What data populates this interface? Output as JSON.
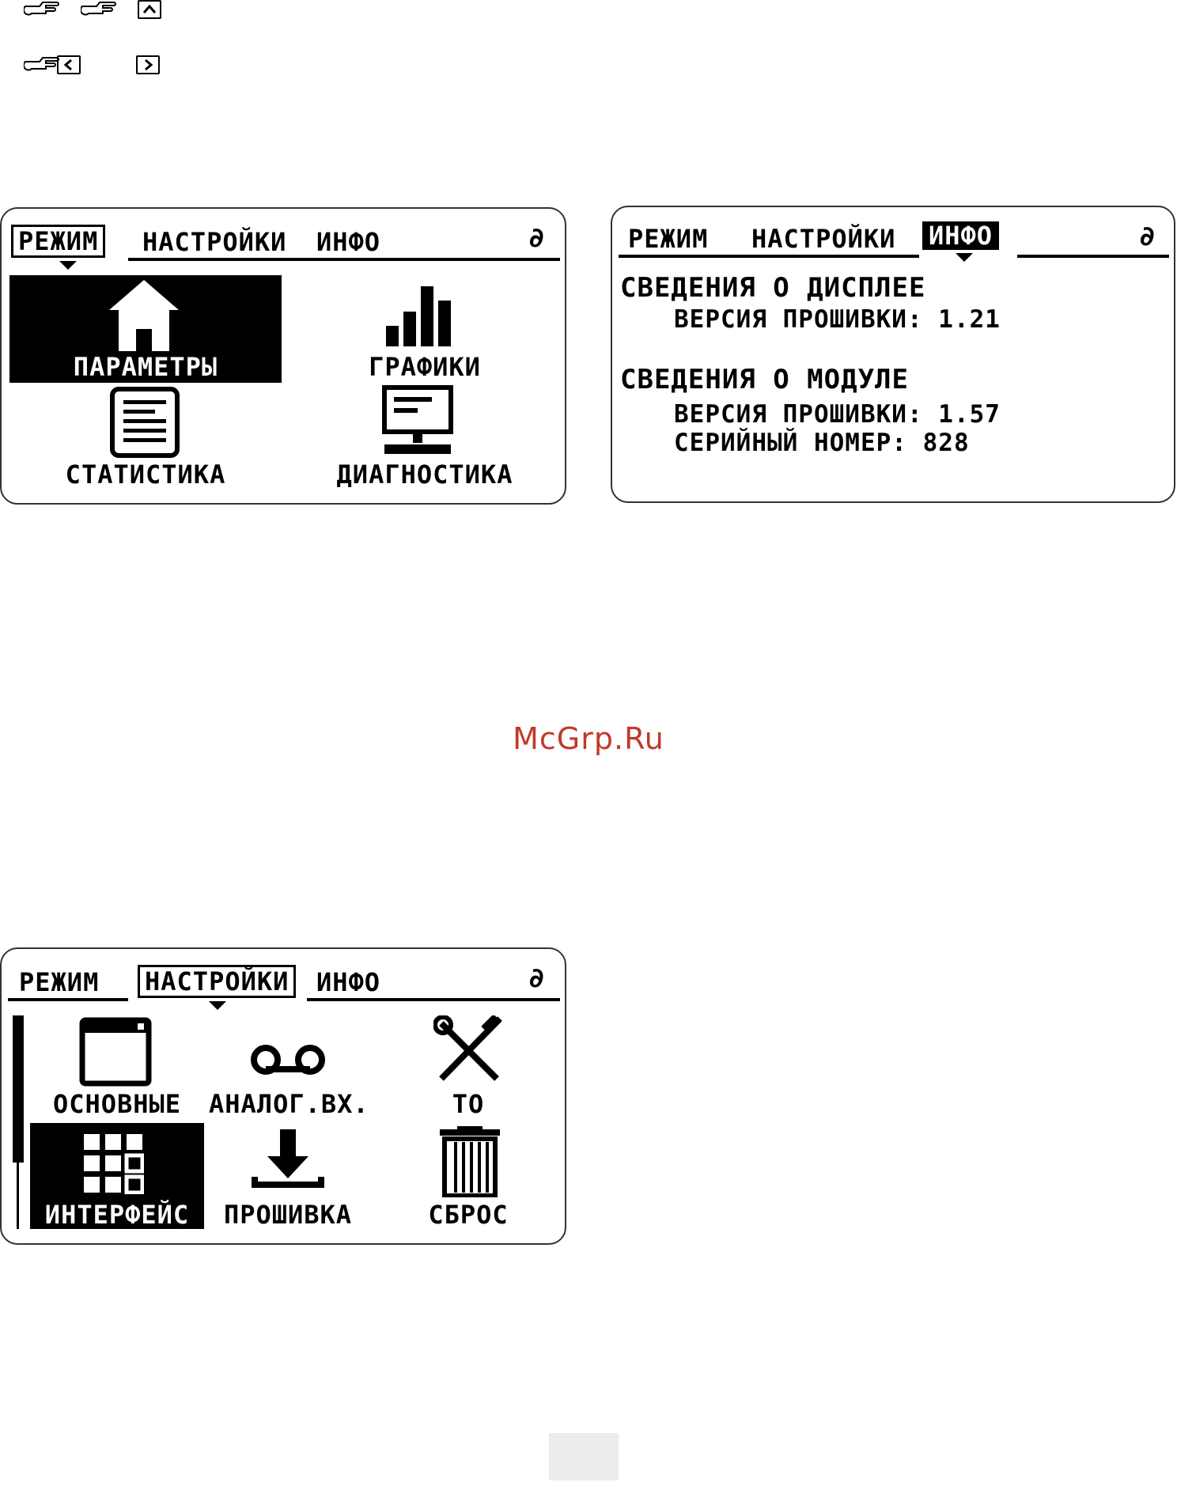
{
  "hints": {
    "row1_keys": [
      "hand-icon",
      "hand-icon",
      "arrow-up-key"
    ],
    "row2_keys": [
      "hand-icon",
      "arrow-left-key",
      "arrow-right-key"
    ]
  },
  "screen_mode": {
    "tabs": [
      "РЕЖИМ",
      "НАСТРОЙКИ",
      "ИНФО"
    ],
    "selected_tab": "РЕЖИМ",
    "link_icon": "∂",
    "tiles": [
      {
        "label": "ПАРАМЕТРЫ",
        "icon": "home-icon",
        "selected": true
      },
      {
        "label": "ГРАФИКИ",
        "icon": "bar-chart-icon",
        "selected": false
      },
      {
        "label": "СТАТИСТИКА",
        "icon": "document-icon",
        "selected": false
      },
      {
        "label": "ДИАГНОСТИКА",
        "icon": "monitor-icon",
        "selected": false
      }
    ]
  },
  "screen_info": {
    "tabs": [
      "РЕЖИМ",
      "НАСТРОЙКИ",
      "ИНФО"
    ],
    "selected_tab": "ИНФО",
    "link_icon": "∂",
    "display_heading": "СВЕДЕНИЯ О ДИСПЛЕЕ",
    "display_firmware": "ВЕРСИЯ ПРОШИВКИ: 1.21",
    "module_heading": "СВЕДЕНИЯ О МОДУЛЕ",
    "module_firmware": "ВЕРСИЯ ПРОШИВКИ: 1.57",
    "module_serial": "СЕРИЙНЫЙ НОМЕР: 828"
  },
  "screen_settings": {
    "tabs": [
      "РЕЖИМ",
      "НАСТРОЙКИ",
      "ИНФО"
    ],
    "selected_tab": "НАСТРОЙКИ",
    "link_icon": "∂",
    "tiles": [
      {
        "label": "ОСНОВНЫЕ",
        "icon": "window-icon",
        "selected": false
      },
      {
        "label": "АНАЛОГ.ВХ.",
        "icon": "analog-input-icon",
        "selected": false
      },
      {
        "label": "ТО",
        "icon": "tools-icon",
        "selected": false
      },
      {
        "label": "ИНТЕРФЕЙС",
        "icon": "grid-icon",
        "selected": true
      },
      {
        "label": "ПРОШИВКА",
        "icon": "download-icon",
        "selected": false
      },
      {
        "label": "СБРОС",
        "icon": "trash-icon",
        "selected": false
      }
    ]
  },
  "watermark": "McGrp.Ru"
}
